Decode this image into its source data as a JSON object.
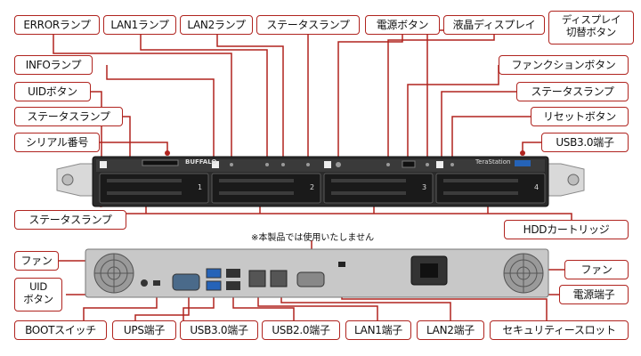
{
  "diagram": {
    "accent_color": "#b0241f",
    "front_panel": {
      "labels": {
        "error_lamp": "ERRORランプ",
        "lan1_lamp": "LAN1ランプ",
        "lan2_lamp": "LAN2ランプ",
        "status_lamp_top": "ステータスランプ",
        "power_button": "電源ボタン",
        "lcd_display": "液晶ディスプレイ",
        "display_switch_line1": "ディスプレイ",
        "display_switch_line2": "切替ボタン",
        "info_lamp": "INFOランプ",
        "uid_button": "UIDボタン",
        "status_lamp_left": "ステータスランプ",
        "serial_number": "シリアル番号",
        "function_button": "ファンクションボタン",
        "status_lamp_right": "ステータスランプ",
        "reset_button": "リセットボタン",
        "usb30_port_front": "USB3.0端子",
        "status_lamp_bottom": "ステータスランプ",
        "hdd_cartridge": "HDDカートリッジ"
      },
      "brand": "BUFFALO",
      "model": "TeraStation",
      "bay_numbers": [
        "1",
        "2",
        "3",
        "4"
      ]
    },
    "rear_panel": {
      "note": "※本製品では使用いたしません",
      "labels": {
        "fan_left": "ファン",
        "uid_button_line1": "UID",
        "uid_button_line2": "ボタン",
        "boot_switch": "BOOTスイッチ",
        "ups_port": "UPS端子",
        "usb30_port": "USB3.0端子",
        "usb20_port": "USB2.0端子",
        "lan1_port": "LAN1端子",
        "lan2_port": "LAN2端子",
        "security_slot": "セキュリティースロット",
        "fan_right": "ファン",
        "power_port": "電源端子"
      }
    }
  }
}
